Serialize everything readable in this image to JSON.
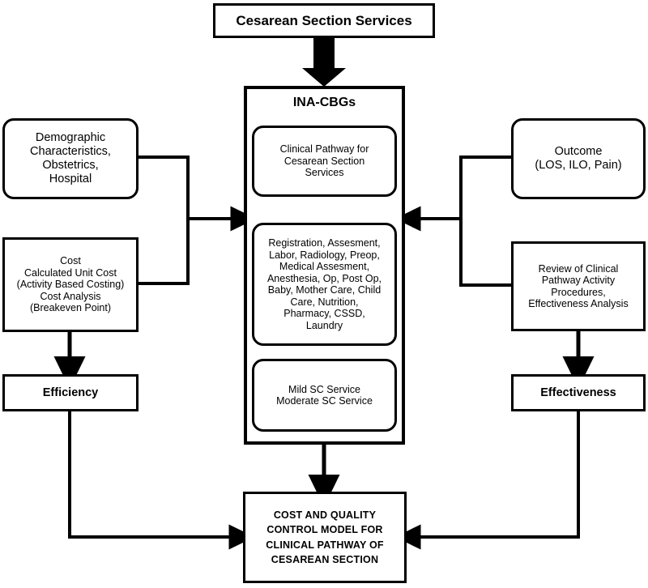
{
  "diagram": {
    "title": "Cost and Quality Control Model for Clinical Pathway of Cesarean Section",
    "accent_color": "#000000",
    "background_color": "#ffffff"
  },
  "nodes": {
    "top": {
      "label": "Cesarean Section Services"
    },
    "inacbg": {
      "label": "INA-CBGs"
    },
    "clinical_pathway": {
      "label": "Clinical Pathway for\nCesarean Section\nServices"
    },
    "activities": {
      "label": "Registration, Assesment,\nLabor, Radiology, Preop,\nMedical Assesment,\nAnesthesia, Op, Post Op,\nBaby, Mother Care, Child\nCare, Nutrition,\nPharmacy, CSSD,\nLaundry"
    },
    "sc_service": {
      "label": "Mild SC Service\nModerate SC Service"
    },
    "demographic": {
      "label": "Demographic\nCharacteristics,\nObstetrics,\nHospital"
    },
    "cost": {
      "label": "Cost\nCalculated Unit Cost\n(Activity Based Costing)\nCost Analysis\n(Breakeven Point)"
    },
    "efficiency": {
      "label": "Efficiency"
    },
    "outcome": {
      "label": "Outcome\n(LOS, ILO, Pain)"
    },
    "review": {
      "label": "Review of Clinical\nPathway Activity\nProcedures,\nEffectiveness Analysis"
    },
    "effectiveness": {
      "label": "Effectiveness"
    },
    "model": {
      "label": "COST AND QUALITY\nCONTROL MODEL FOR\nCLINICAL PATHWAY OF\nCESAREAN SECTION"
    }
  },
  "connectors": [
    {
      "name": "top-to-inacbg",
      "from": "top",
      "to": "inacbg",
      "style": "thick-down-arrow"
    },
    {
      "name": "clinical-pathway-to-activities",
      "from": "clinical_pathway",
      "to": "activities",
      "style": "thick-down-arrow"
    },
    {
      "name": "demographic-to-inacbg",
      "from": "demographic",
      "to": "activities",
      "style": "elbow-right-arrow"
    },
    {
      "name": "cost-to-inacbg",
      "from": "cost",
      "to": "activities",
      "style": "elbow-right-arrow"
    },
    {
      "name": "outcome-to-inacbg",
      "from": "outcome",
      "to": "activities",
      "style": "elbow-left-arrow"
    },
    {
      "name": "review-to-inacbg",
      "from": "review",
      "to": "activities",
      "style": "elbow-left-arrow"
    },
    {
      "name": "cost-to-efficiency",
      "from": "cost",
      "to": "efficiency",
      "style": "down-arrow"
    },
    {
      "name": "review-to-effectiveness",
      "from": "review",
      "to": "effectiveness",
      "style": "down-arrow"
    },
    {
      "name": "inacbg-to-model",
      "from": "inacbg",
      "to": "model",
      "style": "down-arrow"
    },
    {
      "name": "efficiency-to-model",
      "from": "efficiency",
      "to": "model",
      "style": "elbow-right-arrow"
    },
    {
      "name": "effectiveness-to-model",
      "from": "effectiveness",
      "to": "model",
      "style": "elbow-left-arrow"
    }
  ]
}
